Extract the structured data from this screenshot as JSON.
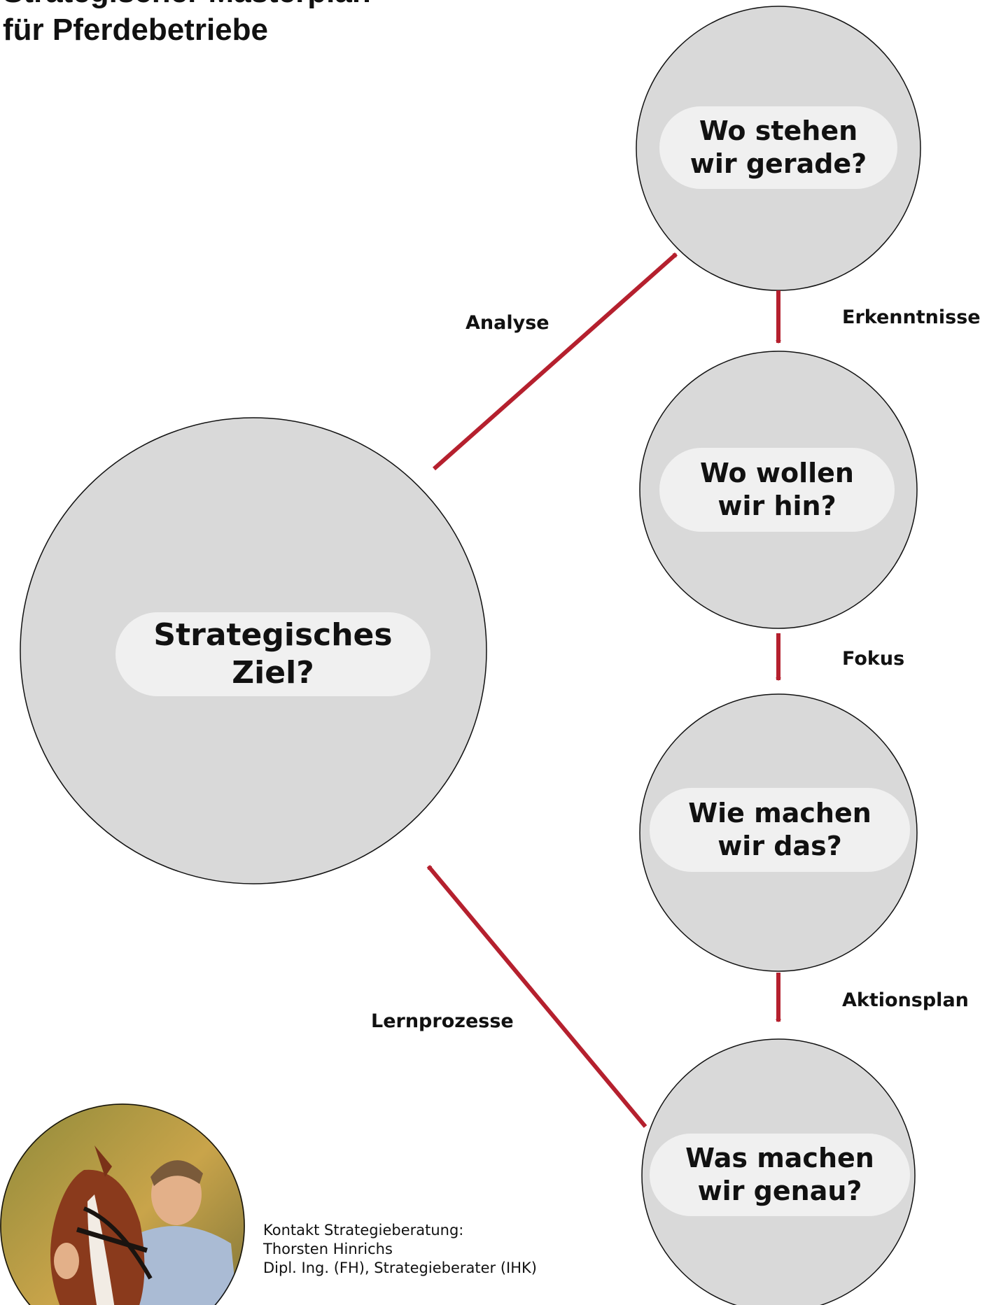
{
  "title": {
    "line1": "Strategischer Masterplan",
    "line2": "für Pferdebetriebe"
  },
  "nodes": {
    "center": {
      "line1": "Strategisches",
      "line2": "Ziel?"
    },
    "step1": {
      "line1": "Wo stehen",
      "line2": "wir gerade?"
    },
    "step2": {
      "line1": "Wo wollen",
      "line2": "wir hin?"
    },
    "step3": {
      "line1": "Wie machen",
      "line2": "wir das?"
    },
    "step4": {
      "line1": "Was machen",
      "line2": "wir genau?"
    }
  },
  "edges": {
    "analyse": "Analyse",
    "erkenntnisse": "Erkenntnisse",
    "fokus": "Fokus",
    "aktionsplan": "Aktionsplan",
    "lernprozesse": "Lernprozesse"
  },
  "contact": {
    "line1": "Kontakt Strategieberatung:",
    "line2": "Thorsten Hinrichs",
    "line3": "Dipl. Ing. (FH), Strategieberater (IHK)"
  },
  "colors": {
    "arrow": "#b5202e",
    "circle_fill": "#d9d9d9",
    "pill_fill": "#f0f0f0"
  },
  "icons": {
    "photo": "portrait-with-horse-image"
  }
}
